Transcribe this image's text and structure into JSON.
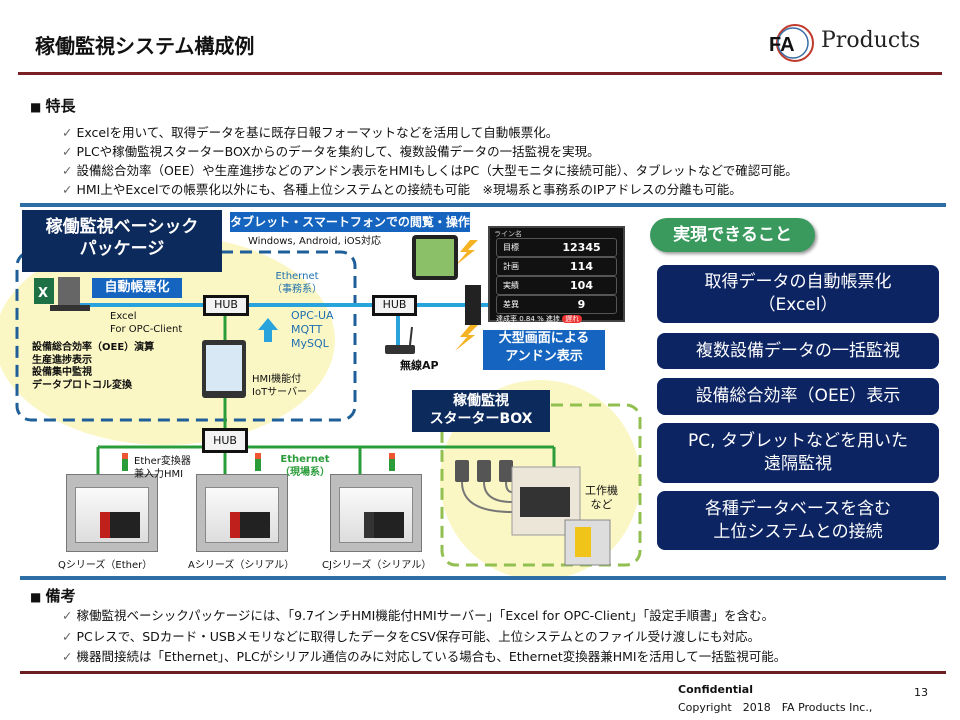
{
  "header": {
    "title": "稼働監視システム構成例",
    "logo_letters": "FA",
    "logo_text": "Products"
  },
  "features": {
    "heading": "特長",
    "items": [
      "Excelを用いて、取得データを基に既存日報フォーマットなどを活用して自動帳票化。",
      "PLCや稼働監視スターターBOXからのデータを集約して、複数設備データの一括監視を実現。",
      "設備総合効率（OEE）や生産進捗などのアンドン表示をHMIもしくはPC（大型モニタに接続可能）、タブレットなどで確認可能。",
      "HMI上やExcelでの帳票化以外にも、各種上位システムとの接続も可能　※現場系と事務系のIPアドレスの分離も可能。"
    ]
  },
  "diagram": {
    "basic_package": "稼働監視ベーシック\nパッケージ",
    "tablet_label": "タブレット・スマートフォンでの閲覧・操作",
    "os_support": "Windows, Android, iOS対応",
    "auto_report": "自動帳票化",
    "excel_label": "Excel\nFor OPC-Client",
    "functions": "設備総合効率（OEE）演算\n生産進捗表示\n設備集中監視\nデータプロトコル変換",
    "ethernet_office": "Ethernet\n（事務系）",
    "protocols": "OPC-UA\nMQTT\nMySQL",
    "hub": "HUB",
    "hmi_label": "HMI機能付\nIoTサーバー",
    "wireless_ap": "無線AP",
    "andon_label": "大型画面による\nアンドン表示",
    "monitor": {
      "line_name": "ライン名",
      "rows": [
        {
          "label": "目標",
          "value": "12345"
        },
        {
          "label": "計画",
          "value": "114"
        },
        {
          "label": "実績",
          "value": "104"
        },
        {
          "label": "差異",
          "value": "9"
        }
      ],
      "rate_label": "達成率",
      "rate_value": "0.84",
      "rate_unit": "%",
      "progress_label": "進捗",
      "progress_status": "遅れ"
    },
    "starter_box": "稼働監視\nスターターBOX",
    "machine_label": "工作機\nなど",
    "converter_label": "Ether変換器\n兼入力HMI",
    "ethernet_field": "Ethernet\n（現場系）",
    "plcs": [
      "Qシリーズ（Ether）",
      "Aシリーズ（シリアル）",
      "CJシリーズ（シリアル）"
    ]
  },
  "capabilities": {
    "heading": "実現できること",
    "items": [
      "取得データの自動帳票化\n（Excel）",
      "複数設備データの一括監視",
      "設備総合効率（OEE）表示",
      "PC, タブレットなどを用いた\n遠隔監視",
      "各種データベースを含む\n上位システムとの接続"
    ]
  },
  "notes": {
    "heading": "備考",
    "items": [
      "稼働監視ベーシックパッケージには、「9.7インチHMI機能付HMIサーバー」「Excel for OPC-Client」「設定手順書」を含む。",
      "PCレスで、SDカード・USBメモリなどに取得したデータをCSV保存可能、上位システムとのファイル受け渡しにも対応。",
      "機器間接続は「Ethernet」、PLCがシリアル通信のみに対応している場合も、Ethernet変換器兼HMIを活用して一括監視可能。"
    ]
  },
  "footer": {
    "confidential": "Confidential",
    "copyright": "Copyright　2018　FA Products Inc.,",
    "page": "13"
  },
  "colors": {
    "navy": "#0d2463",
    "accent_blue": "#1565c0",
    "ethernet_office": "#29a3dc",
    "ethernet_field": "#2a9d3a",
    "capability_pill": "#3a9a5e"
  }
}
